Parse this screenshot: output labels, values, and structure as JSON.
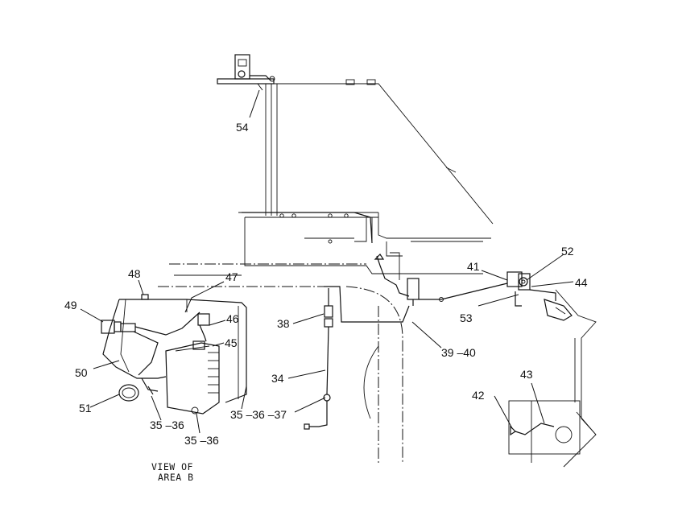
{
  "callouts": {
    "c54": "54",
    "c48": "48",
    "c47": "47",
    "c49": "49",
    "c46": "46",
    "c45": "45",
    "c50": "50",
    "c51": "51",
    "c35_36a": "35 –36",
    "c35_36b": "35 –36",
    "c35_36_37": "35 –36 –37",
    "c38": "38",
    "c34": "34",
    "c39_40": "39 –40",
    "c41": "41",
    "c52": "52",
    "c44": "44",
    "c53": "53",
    "c42": "42",
    "c43": "43"
  },
  "caption": {
    "line1": "VIEW OF",
    "line2": "AREA B"
  }
}
